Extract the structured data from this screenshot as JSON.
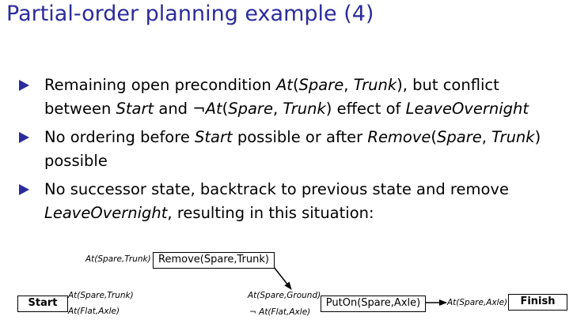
{
  "slide": {
    "title": "Partial-order planning example (4)"
  },
  "bullets": [
    {
      "line1": [
        {
          "t": "Remaining open precondition ",
          "i": false
        },
        {
          "t": "At",
          "i": true
        },
        {
          "t": "(",
          "i": false
        },
        {
          "t": "Spare",
          "i": true
        },
        {
          "t": ", ",
          "i": false
        },
        {
          "t": "Trunk",
          "i": true
        },
        {
          "t": "), but conflict",
          "i": false
        }
      ],
      "line2": [
        {
          "t": "between ",
          "i": false
        },
        {
          "t": "Start",
          "i": true
        },
        {
          "t": " and ¬",
          "i": false
        },
        {
          "t": "At",
          "i": true
        },
        {
          "t": "(",
          "i": false
        },
        {
          "t": "Spare",
          "i": true
        },
        {
          "t": ", ",
          "i": false
        },
        {
          "t": "Trunk",
          "i": true
        },
        {
          "t": ") effect of ",
          "i": false
        },
        {
          "t": "LeaveOvernight",
          "i": true
        }
      ]
    },
    {
      "line1": [
        {
          "t": "No ordering before ",
          "i": false
        },
        {
          "t": "Start",
          "i": true
        },
        {
          "t": " possible or after ",
          "i": false
        },
        {
          "t": "Remove",
          "i": true
        },
        {
          "t": "(",
          "i": false
        },
        {
          "t": "Spare",
          "i": true
        },
        {
          "t": ", ",
          "i": false
        },
        {
          "t": "Trunk",
          "i": true
        },
        {
          "t": ")",
          "i": false
        }
      ],
      "line2": [
        {
          "t": "possible",
          "i": false
        }
      ]
    },
    {
      "line1": [
        {
          "t": "No successor state, backtrack to previous state and remove",
          "i": false
        }
      ],
      "line2": [
        {
          "t": "LeaveOvernight",
          "i": true
        },
        {
          "t": ", resulting in this situation:",
          "i": false
        }
      ]
    }
  ],
  "diagram": {
    "remove_action": "Remove(Spare,Trunk)",
    "remove_pre": "At(Spare,Trunk)",
    "start_action": "Start",
    "start_eff1": "At(Spare,Trunk)",
    "start_eff2": "At(Flat,Axle)",
    "puton_action": "PutOn(Spare,Axle)",
    "puton_pre1": "At(Spare,Ground)",
    "puton_pre2": "¬ At(Flat,Axle)",
    "finish_action": "Finish",
    "finish_pre": "At(Spare,Axle)"
  }
}
